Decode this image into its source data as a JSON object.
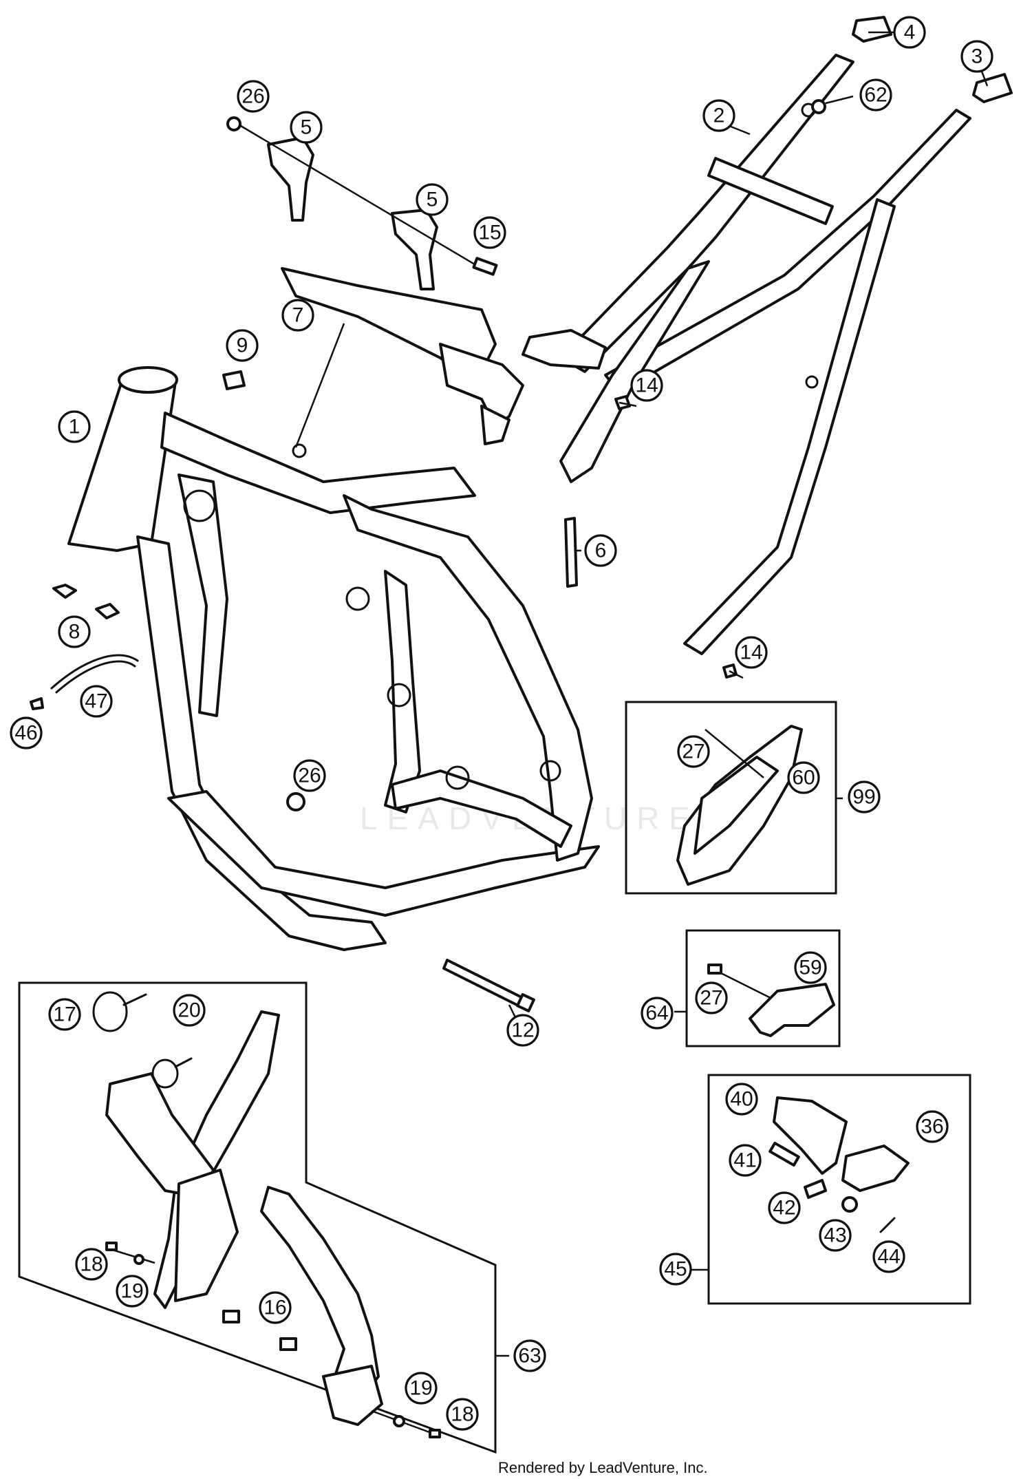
{
  "footer": "Rendered by LeadVenture, Inc.",
  "watermark": "LEADVENTURE",
  "callouts": [
    {
      "id": "c1",
      "label": "1"
    },
    {
      "id": "c2",
      "label": "2"
    },
    {
      "id": "c3",
      "label": "3"
    },
    {
      "id": "c4",
      "label": "4"
    },
    {
      "id": "c5a",
      "label": "5"
    },
    {
      "id": "c5b",
      "label": "5"
    },
    {
      "id": "c6",
      "label": "6"
    },
    {
      "id": "c7",
      "label": "7"
    },
    {
      "id": "c8",
      "label": "8"
    },
    {
      "id": "c9",
      "label": "9"
    },
    {
      "id": "c12",
      "label": "12"
    },
    {
      "id": "c14a",
      "label": "14"
    },
    {
      "id": "c14b",
      "label": "14"
    },
    {
      "id": "c15",
      "label": "15"
    },
    {
      "id": "c16a",
      "label": "16"
    },
    {
      "id": "c16b",
      "label": "16"
    },
    {
      "id": "c17",
      "label": "17"
    },
    {
      "id": "c18a",
      "label": "18"
    },
    {
      "id": "c18b",
      "label": "18"
    },
    {
      "id": "c19a",
      "label": "19"
    },
    {
      "id": "c19b",
      "label": "19"
    },
    {
      "id": "c20",
      "label": "20"
    },
    {
      "id": "c26a",
      "label": "26"
    },
    {
      "id": "c26b",
      "label": "26"
    },
    {
      "id": "c27a",
      "label": "27"
    },
    {
      "id": "c27b",
      "label": "27"
    },
    {
      "id": "c36",
      "label": "36"
    },
    {
      "id": "c40",
      "label": "40"
    },
    {
      "id": "c41",
      "label": "41"
    },
    {
      "id": "c42",
      "label": "42"
    },
    {
      "id": "c43",
      "label": "43"
    },
    {
      "id": "c44",
      "label": "44"
    },
    {
      "id": "c45",
      "label": "45"
    },
    {
      "id": "c46",
      "label": "46"
    },
    {
      "id": "c47",
      "label": "47"
    },
    {
      "id": "c59",
      "label": "59"
    },
    {
      "id": "c60",
      "label": "60"
    },
    {
      "id": "c62",
      "label": "62"
    },
    {
      "id": "c63",
      "label": "63"
    },
    {
      "id": "c64",
      "label": "64"
    },
    {
      "id": "c99",
      "label": "99"
    }
  ]
}
